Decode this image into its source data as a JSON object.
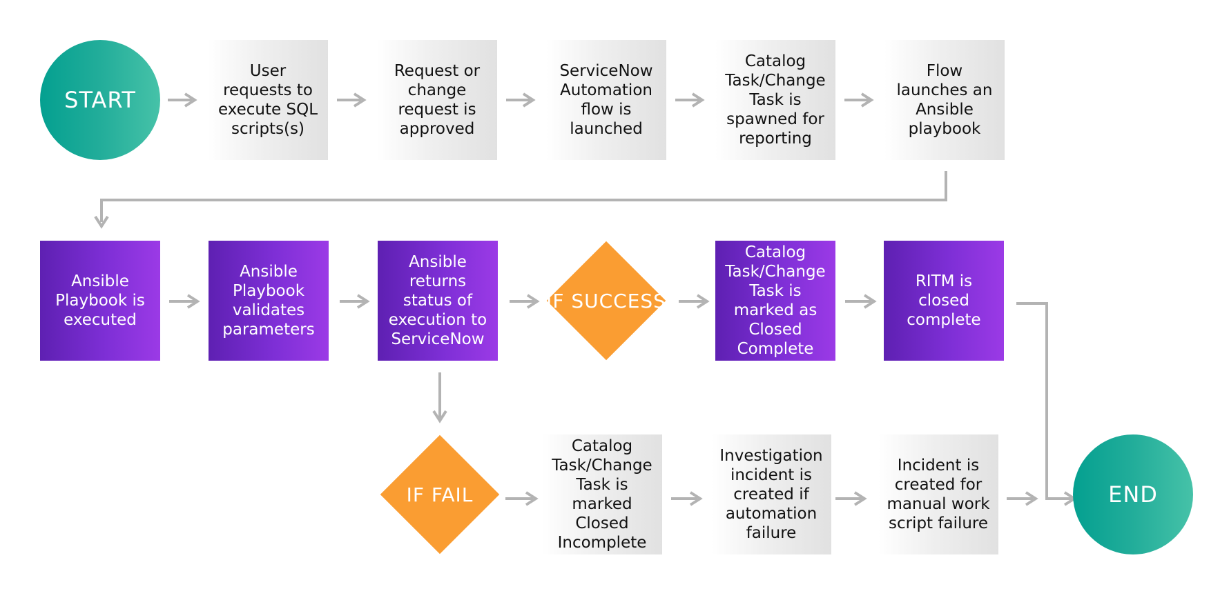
{
  "nodes": {
    "start": "START",
    "user_requests": "User requests to execute SQL scripts(s)",
    "request_approved": "Request or change request is approved",
    "flow_launched": "ServiceNow Automation flow is launched",
    "catalog_task_spawned": "Catalog Task/Change Task is spawned for reporting",
    "flow_launches_playbook": "Flow launches an Ansible playbook",
    "playbook_executed": "Ansible Playbook is executed",
    "playbook_validates": "Ansible Playbook validates parameters",
    "returns_status": "Ansible returns status of execution to ServiceNow",
    "if_success": "IF SUCCESS",
    "marked_closed_complete": "Catalog Task/Change Task is marked as Closed Complete",
    "ritm_closed": "RITM is closed complete",
    "if_fail": "IF FAIL",
    "marked_closed_incomplete": "Catalog Task/Change Task is marked Closed Incomplete",
    "investigation_incident": "Investigation incident is created if automation failure",
    "incident_manual": "Incident is created for manual work script failure",
    "end": "END"
  },
  "colors": {
    "teal": "#04a090",
    "purple": "#7e2fd6",
    "orange": "#fa9d32",
    "arrow": "#b3b3b3"
  }
}
